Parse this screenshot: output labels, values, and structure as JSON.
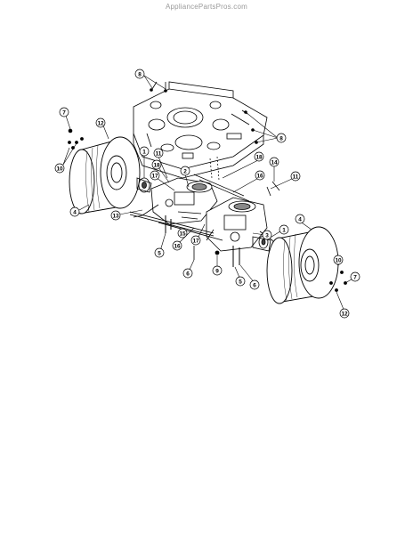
{
  "watermark": "AppliancePartsPros.com",
  "callouts": {
    "c1a": "1",
    "c1b": "1",
    "c2": "2",
    "c3": "3",
    "c4a": "4",
    "c4b": "4",
    "c5a": "5",
    "c5b": "5",
    "c6a": "6",
    "c6b": "6",
    "c7a": "7",
    "c7b": "7",
    "c8a": "8",
    "c8b": "8",
    "c9": "9",
    "c10a": "10",
    "c10b": "10",
    "c11a": "11",
    "c11b": "11",
    "c12a": "12",
    "c12b": "12",
    "c13": "13",
    "c14": "14",
    "c15": "15",
    "c16a": "16",
    "c16b": "16",
    "c17a": "17",
    "c17b": "17",
    "c18a": "18",
    "c18b": "18"
  }
}
